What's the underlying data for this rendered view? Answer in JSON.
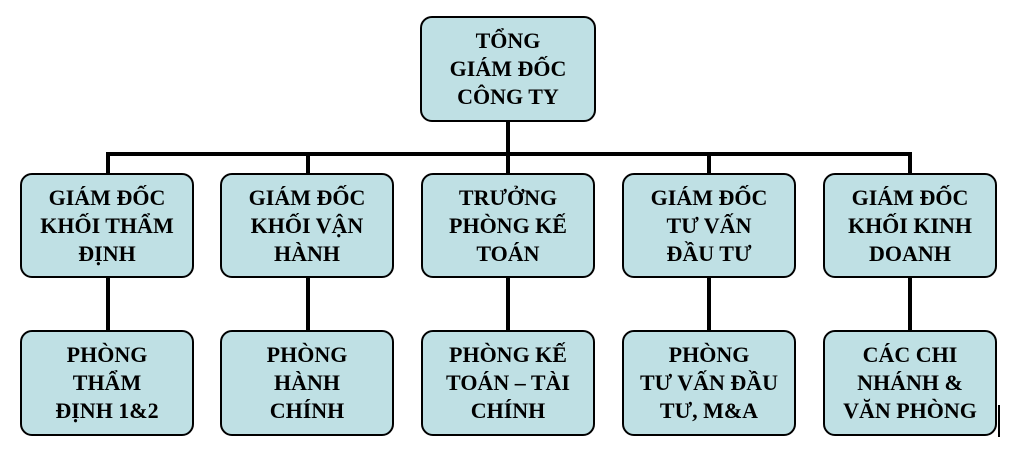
{
  "root": {
    "lines": [
      "TỔNG",
      "GIÁM ĐỐC",
      "CÔNG TY"
    ]
  },
  "level1": [
    {
      "lines": [
        "GIÁM ĐỐC",
        "KHỐI THẨM",
        "ĐỊNH"
      ]
    },
    {
      "lines": [
        "GIÁM ĐỐC",
        "KHỐI VẬN",
        "HÀNH"
      ]
    },
    {
      "lines": [
        "TRƯỞNG",
        "PHÒNG KẾ",
        "TOÁN"
      ]
    },
    {
      "lines": [
        "GIÁM ĐỐC",
        "TƯ VẤN",
        "ĐẦU TƯ"
      ]
    },
    {
      "lines": [
        "GIÁM ĐỐC",
        "KHỐI KINH",
        "DOANH"
      ]
    }
  ],
  "level2": [
    {
      "lines": [
        "PHÒNG",
        "THẨM",
        "ĐỊNH 1&2"
      ]
    },
    {
      "lines": [
        "PHÒNG",
        "HÀNH",
        "CHÍNH"
      ]
    },
    {
      "lines": [
        "PHÒNG KẾ",
        "TOÁN – TÀI",
        "CHÍNH"
      ]
    },
    {
      "lines": [
        "PHÒNG",
        "TƯ VẤN ĐẦU",
        "TƯ, M&A"
      ]
    },
    {
      "lines": [
        "CÁC CHI",
        "NHÁNH &",
        "VĂN PHÒNG"
      ]
    }
  ],
  "colors": {
    "box_fill": "#bfe0e4",
    "line": "#000000",
    "border": "#000000"
  }
}
